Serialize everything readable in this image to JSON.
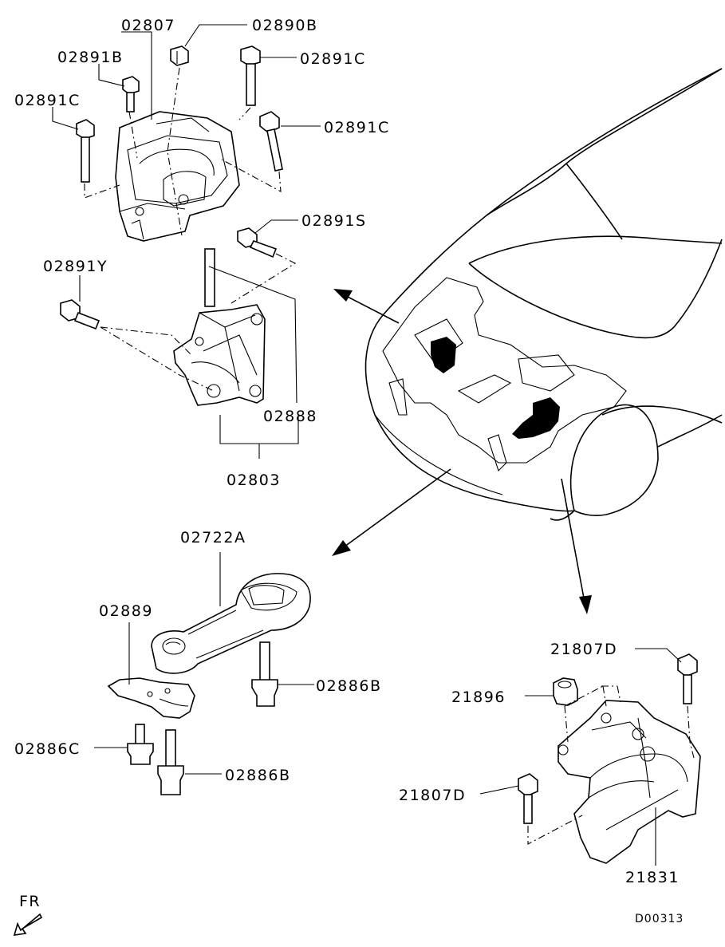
{
  "labels": {
    "p02807": "02807",
    "p02890B": "02890B",
    "p02891B": "02891B",
    "p02891C_a": "02891C",
    "p02891C_b": "02891C",
    "p02891C_c": "02891C",
    "p02891S": "02891S",
    "p02891Y": "02891Y",
    "p02888": "02888",
    "p02803": "02803",
    "p02722A": "02722A",
    "p02889": "02889",
    "p02886B_a": "02886B",
    "p02886C": "02886C",
    "p02886B_b": "02886B",
    "p21807D_a": "21807D",
    "p21896": "21896",
    "p21807D_b": "21807D",
    "p21831": "21831"
  },
  "orientation": "FR",
  "drawing_code": "D00313"
}
